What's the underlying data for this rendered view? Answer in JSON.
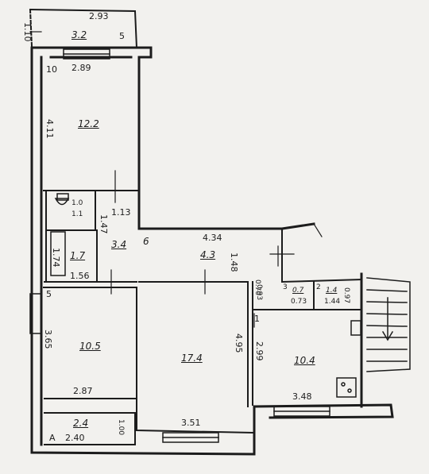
{
  "colors": {
    "paper": "#f2f1ee",
    "ink": "#1c1c1c"
  },
  "rooms": {
    "balcony_top": {
      "area": "3.2",
      "number": "5",
      "width": "2.93",
      "depth": "1.10"
    },
    "room_top": {
      "number": "10",
      "width": "2.89",
      "area": "12.2",
      "height": "4.11"
    },
    "wc": {
      "area": "1.0",
      "size": "1.1"
    },
    "bath": {
      "area": "1.7",
      "height": "1.74",
      "width": "1.56"
    },
    "corridor_small": {
      "area": "3.4",
      "side": "1.13",
      "side2": "1.47"
    },
    "hall": {
      "number": "6",
      "width": "4.34",
      "area": "4.3",
      "depth": "1.48"
    },
    "closet_a": {
      "number": "3",
      "area": "0.7",
      "width": "0.73",
      "depth": "0.93"
    },
    "closet_b": {
      "number": "2",
      "area": "1.4",
      "width": "1.44",
      "depth": "0.97"
    },
    "room_left": {
      "number": "5",
      "area": "10.5",
      "height": "3.65",
      "width": "2.87"
    },
    "room_mid": {
      "area": "17.4",
      "height": "4.95",
      "width": "3.51"
    },
    "kitchen": {
      "number": "1",
      "area": "10.4",
      "height": "2.99",
      "width": "3.48",
      "side": "0.70"
    },
    "loggia_bottom": {
      "area": "2.4",
      "width": "2.40",
      "depth": "1.00",
      "marker": "A"
    }
  }
}
